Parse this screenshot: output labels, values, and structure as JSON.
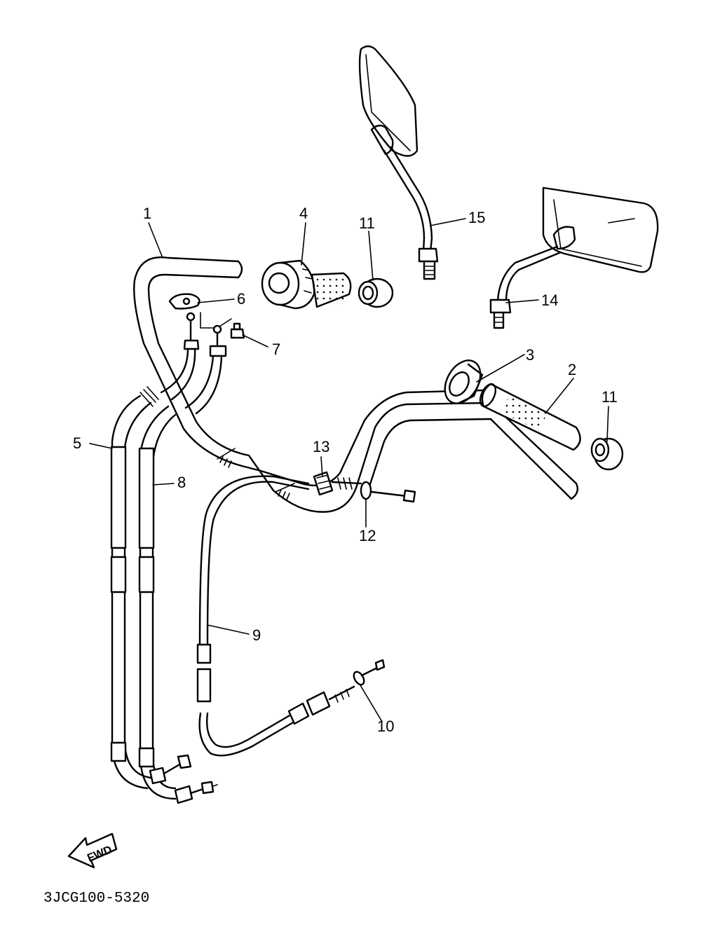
{
  "diagram": {
    "callouts": [
      "1",
      "2",
      "3",
      "4",
      "5",
      "6",
      "7",
      "8",
      "9",
      "10",
      "11",
      "11",
      "12",
      "13",
      "14",
      "15"
    ],
    "direction_label": "FWD",
    "figure_code": "3JCG100-5320"
  }
}
